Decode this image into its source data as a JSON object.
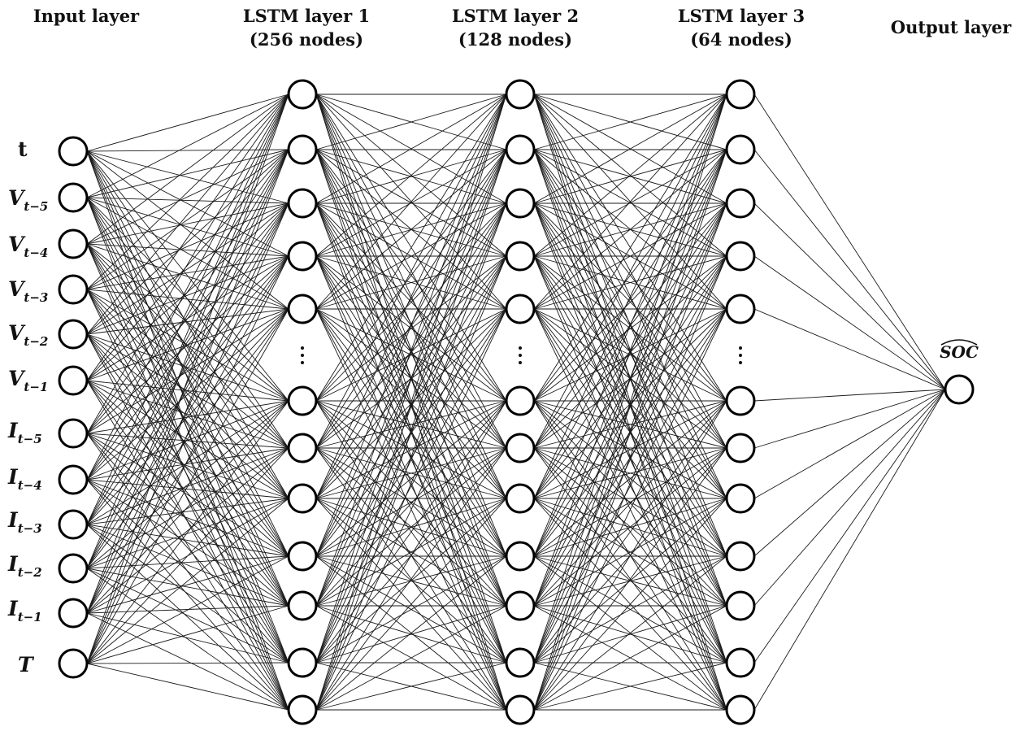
{
  "layers": [
    {
      "id": "input",
      "title_lines": [
        "Input layer"
      ],
      "inputs": [
        {
          "base": "t",
          "sub": "",
          "upright": true
        },
        {
          "base": "V",
          "sub": "t−5"
        },
        {
          "base": "V",
          "sub": "t−4"
        },
        {
          "base": "V",
          "sub": "t−3"
        },
        {
          "base": "V",
          "sub": "t−2"
        },
        {
          "base": "V",
          "sub": "t−1"
        },
        {
          "base": "I",
          "sub": "t−5"
        },
        {
          "base": "I",
          "sub": "t−4"
        },
        {
          "base": "I",
          "sub": "t−3"
        },
        {
          "base": "I",
          "sub": "t−2"
        },
        {
          "base": "I",
          "sub": "t−1"
        },
        {
          "base": "T",
          "sub": ""
        }
      ]
    },
    {
      "id": "lstm1",
      "title_lines": [
        "LSTM layer 1",
        "(256 nodes)"
      ],
      "node_count": 256
    },
    {
      "id": "lstm2",
      "title_lines": [
        "LSTM layer 2",
        "(128 nodes)"
      ],
      "node_count": 128
    },
    {
      "id": "lstm3",
      "title_lines": [
        "LSTM layer 3",
        "(64 nodes)"
      ],
      "node_count": 64
    },
    {
      "id": "output",
      "title_lines": [
        "Output layer"
      ],
      "output_label": "SOC"
    }
  ]
}
